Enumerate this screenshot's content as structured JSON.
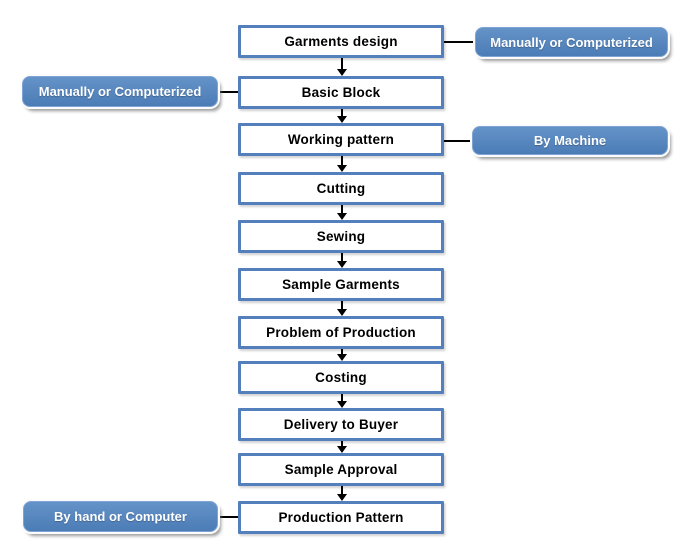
{
  "page": {
    "background_color": "#ffffff"
  },
  "diagram": {
    "type": "flowchart",
    "direction": "top-down",
    "steps": [
      {
        "label": "Garments design"
      },
      {
        "label": "Basic Block"
      },
      {
        "label": "Working pattern"
      },
      {
        "label": "Cutting"
      },
      {
        "label": "Sewing"
      },
      {
        "label": "Sample Garments"
      },
      {
        "label": "Problem of Production"
      },
      {
        "label": "Costing"
      },
      {
        "label": "Delivery to Buyer"
      },
      {
        "label": "Sample Approval"
      },
      {
        "label": "Production Pattern"
      }
    ],
    "annotations": [
      {
        "label": "Manually or Computerized",
        "side": "right",
        "target": "Garments design"
      },
      {
        "label": "Manually or Computerized",
        "side": "left",
        "target": "Basic Block"
      },
      {
        "label": "By Machine",
        "side": "right",
        "target": "Working pattern"
      },
      {
        "label": "By hand or Computer",
        "side": "left",
        "target": "Production Pattern"
      }
    ],
    "colors": {
      "step_border": "#5380BD",
      "step_fill": "#FFFFFF",
      "step_text": "#000000",
      "annotation_fill_top": "#6493C8",
      "annotation_fill_bottom": "#4C7CB6",
      "annotation_text": "#FFFFFF",
      "connector": "#000000"
    }
  }
}
